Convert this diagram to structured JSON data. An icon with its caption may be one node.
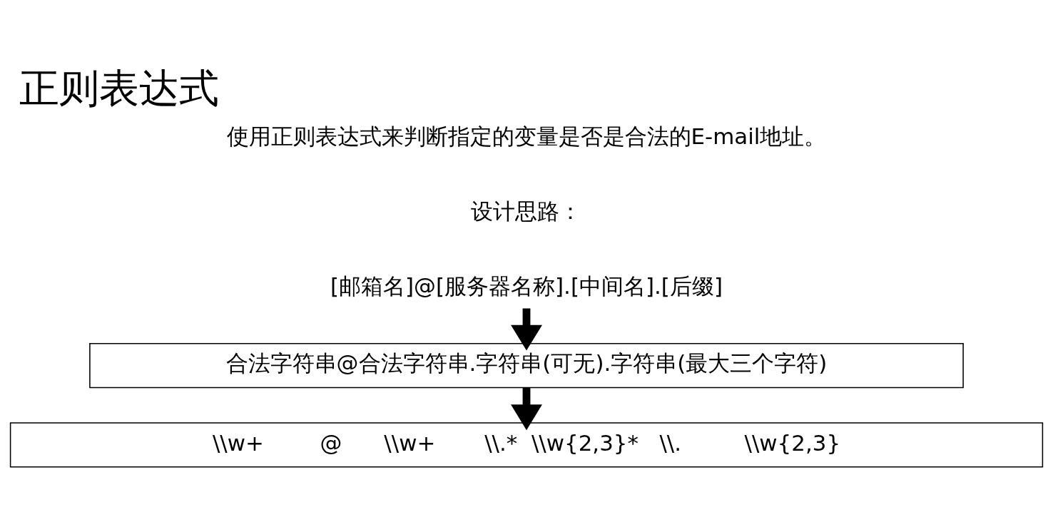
{
  "diagram": {
    "title": "正则表达式",
    "nodes": [
      {
        "text": [
          "[邮箱名]@[服务器名称].[中间名].[后缀]"
        ]
      },
      {
        "text": [
          "合法字符串@合法字符串.字符串(可无).字符串(最大三个字符)"
        ]
      },
      {
        "text": [
          "\\\\w+        @      \\\\w+       \\\\.*  \\\\w{2,3}*   \\\\.         \\\\w{2,3}"
        ]
      }
    ],
    "edges": [
      {
        "from": 0,
        "to": 1,
        "arrow": "to"
      },
      {
        "from": 1,
        "to": 2,
        "arrow": "to"
      }
    ],
    "labels": [
      "使用正则表达式来判断指定的变量是否是合法的E-mail地址。",
      "设计思路："
    ]
  }
}
